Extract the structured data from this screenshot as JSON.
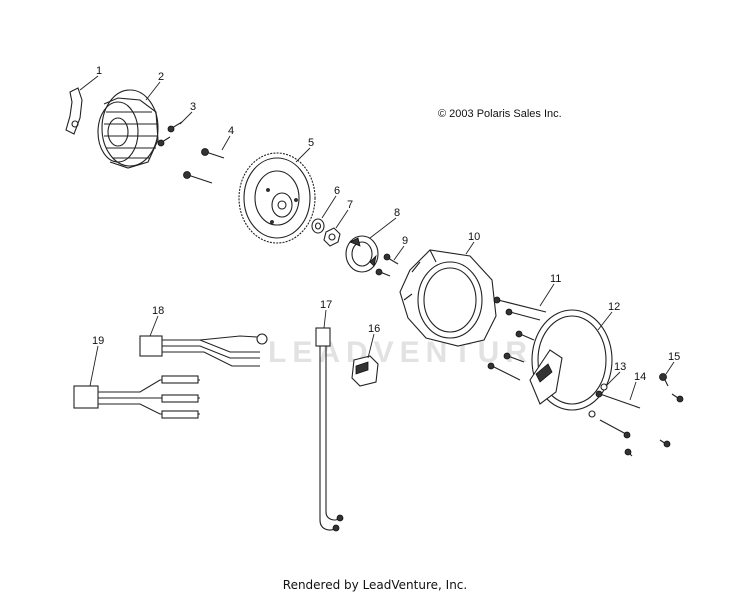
{
  "copyright": "© 2003 Polaris Sales Inc.",
  "footer": "Rendered by LeadVenture, Inc.",
  "watermark": "LEADVENTURE",
  "callouts": [
    "1",
    "2",
    "3",
    "4",
    "5",
    "6",
    "7",
    "8",
    "9",
    "10",
    "11",
    "12",
    "13",
    "14",
    "15",
    "16",
    "17",
    "18",
    "19"
  ]
}
